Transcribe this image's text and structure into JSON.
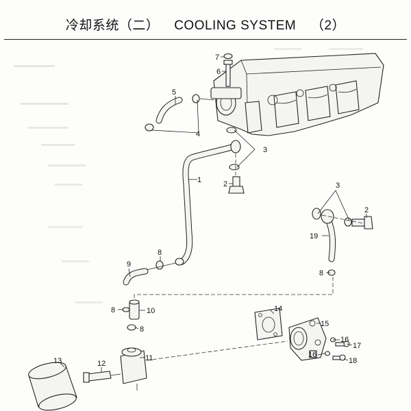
{
  "header": {
    "title_cn": "冷却系统（二）",
    "title_en": "COOLING SYSTEM",
    "title_num": "（2）"
  },
  "callouts": {
    "c1": "1",
    "c2a": "2",
    "c2b": "2",
    "c3a": "3",
    "c3b": "3",
    "c4": "4",
    "c5": "5",
    "c6": "6",
    "c7": "7",
    "c8a": "8",
    "c8b": "8",
    "c8c": "8",
    "c8d": "8",
    "c9": "9",
    "c10": "10",
    "c11": "11",
    "c12": "12",
    "c13": "13",
    "c14": "14",
    "c15": "15",
    "c16a": "16",
    "c16b": "16",
    "c17": "17",
    "c18": "18",
    "c19": "19"
  }
}
